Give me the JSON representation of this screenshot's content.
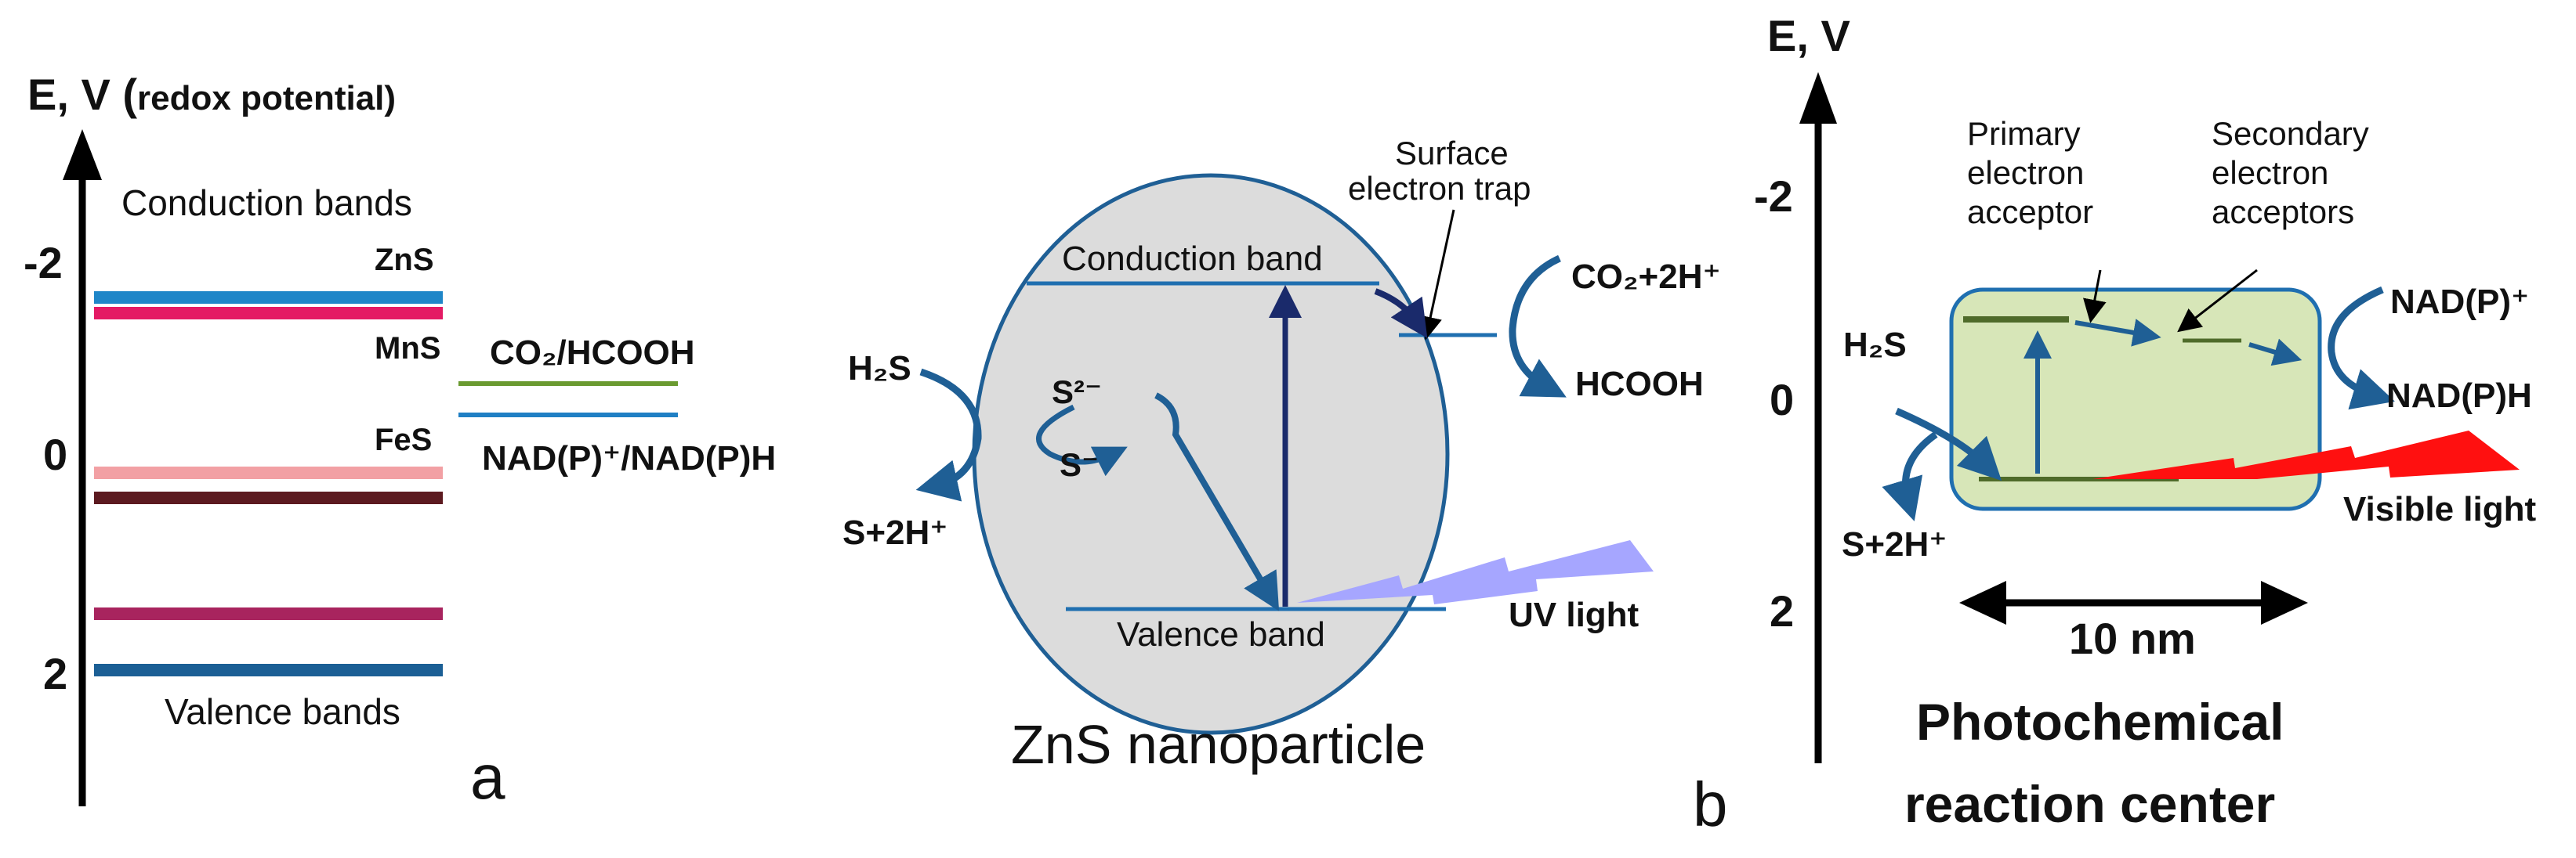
{
  "panel_a": {
    "axis_label_main": "E, V (",
    "axis_label_sub": "redox potential)",
    "ticks": [
      "-2",
      "0",
      "2"
    ],
    "conduction_bands_label": "Conduction bands",
    "valence_bands_label": "Valence bands",
    "materials": [
      {
        "name": "ZnS",
        "color": "#1f7fc4"
      },
      {
        "name": "MnS",
        "color": "#e0145f"
      },
      {
        "name": "FeS",
        "color": "#b0434c"
      }
    ],
    "band_colors": [
      "#1f86c8",
      "#e41a64",
      "#f2a0a4",
      "#5c1a20",
      "#a8245e",
      "#1b5f95"
    ],
    "redox_couple_1": "CO₂/HCOOH",
    "redox_couple_1_color": "#6a9a30",
    "redox_couple_2": "NAD(P)⁺/NAD(P)H",
    "redox_couple_2_color": "#1f7fc4",
    "panel_letter": "a"
  },
  "panel_b_left": {
    "conduction_band": "Conduction band",
    "valence_band": "Valence band",
    "surface_trap_1": "Surface",
    "surface_trap_2": "electron trap",
    "h2s": "H₂S",
    "s2minus": "S²⁻",
    "sminus": "S⁻",
    "s_2h": "S+2H⁺",
    "co2": "CO₂+2H⁺",
    "hcooh": "HCOOH",
    "uv_light": "UV light",
    "title": "ZnS nanoparticle",
    "circle_fill": "#dcdcdc",
    "arrow_color": "#1f5f95",
    "uv_color": "#a6a6ff"
  },
  "panel_b_right": {
    "axis_label": "E, V",
    "ticks": [
      "-2",
      "0",
      "2"
    ],
    "primary_1": "Primary",
    "primary_2": "electron",
    "primary_3": "acceptor",
    "secondary_1": "Secondary",
    "secondary_2": "electron",
    "secondary_3": "acceptors",
    "h2s": "H₂S",
    "s_2h": "S+2H⁺",
    "nadp": "NAD(P)⁺",
    "nadph": "NAD(P)H",
    "visible_light": "Visible  light",
    "scale": "10 nm",
    "title_1": "Photochemical",
    "title_2": "reaction center",
    "box_fill": "#d7e6b8",
    "title_color": "#4f6b2a",
    "visible_color": "#ff1010",
    "panel_letter": "b"
  }
}
